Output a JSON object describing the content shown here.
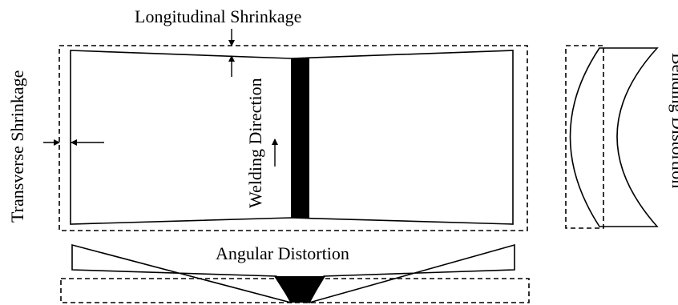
{
  "labels": {
    "longitudinal": "Longitudinal Shrinkage",
    "transverse": "Transverse Shrinkage",
    "welding": "Welding Direction",
    "bending": "Bending Distortion",
    "angular": "Angular Distortion"
  },
  "colors": {
    "line": "#000000",
    "weld": "#000000",
    "background": "#ffffff"
  }
}
